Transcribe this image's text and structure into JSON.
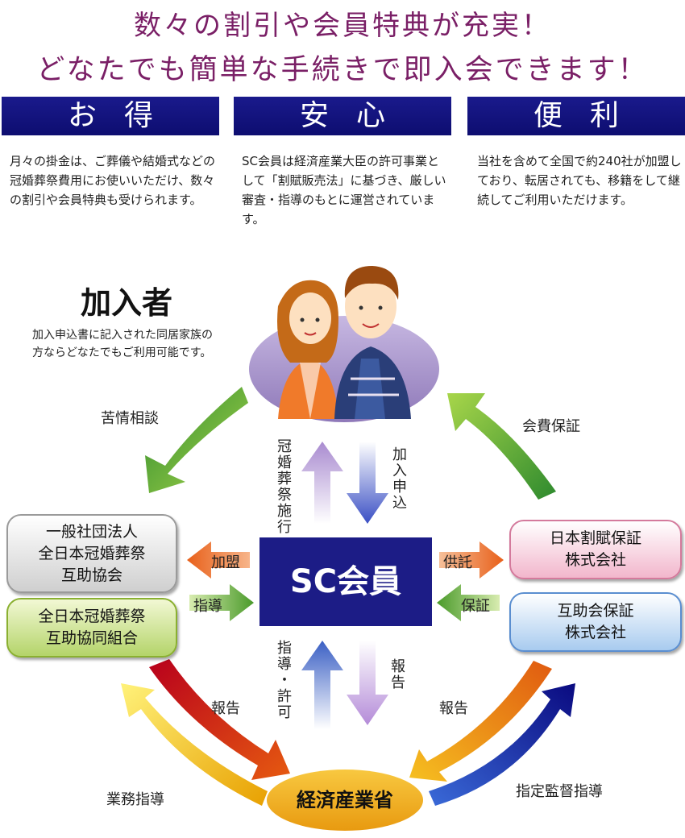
{
  "header": {
    "line1": "数々の割引や会員特典が充実！",
    "line2": "どなたでも簡単な手続きで即入会できます！"
  },
  "features": [
    {
      "title": "お得",
      "text": "月々の掛金は、ご葬儀や結婚式などの冠婚葬祭費用にお使いいただけ、数々の割引や会員特典も受けられます。"
    },
    {
      "title": "安心",
      "text": "SC会員は経済産業大臣の許可事業として「割賦販売法」に基づき、厳しい審査・指導のもとに運営されています。"
    },
    {
      "title": "便利",
      "text": "当社を含めて全国で約240社が加盟しており、転居されても、移籍をして継続してご利用いただけます。"
    }
  ],
  "diagram": {
    "member_title": "加入者",
    "member_desc_1": "加入申込書に記入された同居家族の",
    "member_desc_2": "方ならどなたでもご利用可能です。",
    "center": "SC会員",
    "ministry": "経済産業省",
    "assoc_lines": [
      "一般社団法人",
      "全日本冠婚葬祭",
      "互助協会"
    ],
    "union_lines": [
      "全日本冠婚葬祭",
      "互助協同組合"
    ],
    "guarantee1_lines": [
      "日本割賦保証",
      "株式会社"
    ],
    "guarantee2_lines": [
      "互助会保証",
      "株式会社"
    ],
    "labels": {
      "complaint": "苦情相談",
      "fee_guarantee": "会費保証",
      "ceremony": "冠婚葬祭施行",
      "apply": "加入申込",
      "join": "加盟",
      "guide": "指導",
      "deposit": "供託",
      "guarantee": "保証",
      "guide_permit": "指導・許可",
      "report_center": "報告",
      "report_left": "報告",
      "report_right": "報告",
      "business_guide": "業務指導",
      "supervision": "指定監督指導"
    },
    "colors": {
      "headline": "#7a1f66",
      "band": "#1a1a8c",
      "center_box": "#1c1c86",
      "ministry": "#f2b320",
      "ellipse": "#9e88c4"
    }
  }
}
